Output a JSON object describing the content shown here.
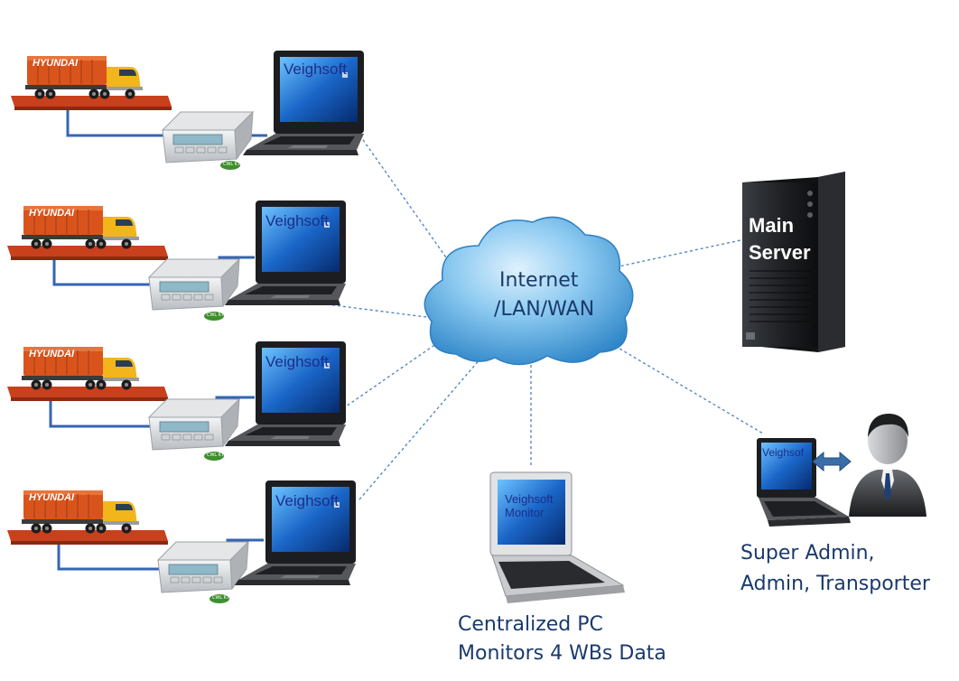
{
  "cloud": {
    "line1": "Internet",
    "line2": "/LAN/WAN"
  },
  "server": {
    "line1": "Main",
    "line2": "Server"
  },
  "stations": [
    {
      "truck_brand": "HYUNDAI",
      "screen_text": "Veighsoft",
      "indicator_tag": "CWL KTR"
    },
    {
      "truck_brand": "HYUNDAI",
      "screen_text": "Veighsoft",
      "indicator_tag": "CWL KTR"
    },
    {
      "truck_brand": "HYUNDAI",
      "screen_text": "Veighsoft",
      "indicator_tag": "CWL KTR"
    },
    {
      "truck_brand": "HYUNDAI",
      "screen_text": "Veighsoft",
      "indicator_tag": "CWL KTR"
    }
  ],
  "monitor_pc": {
    "screen_line1": "Veighsoft",
    "screen_line2": "Monitor",
    "caption_line1": "Centralized PC",
    "caption_line2": "Monitors 4 WBs Data"
  },
  "admin": {
    "screen_text": "Veighsof",
    "caption_line1": "Super Admin,",
    "caption_line2": "Admin, Transporter"
  },
  "colors": {
    "link_line": "#4a7fc4",
    "cloud": "#3f9ad8",
    "truck_cab": "#f2b51c",
    "container": "#d9541c",
    "platform": "#c9401c",
    "cable": "#3565b5",
    "label_text": "#1a3a6b"
  }
}
